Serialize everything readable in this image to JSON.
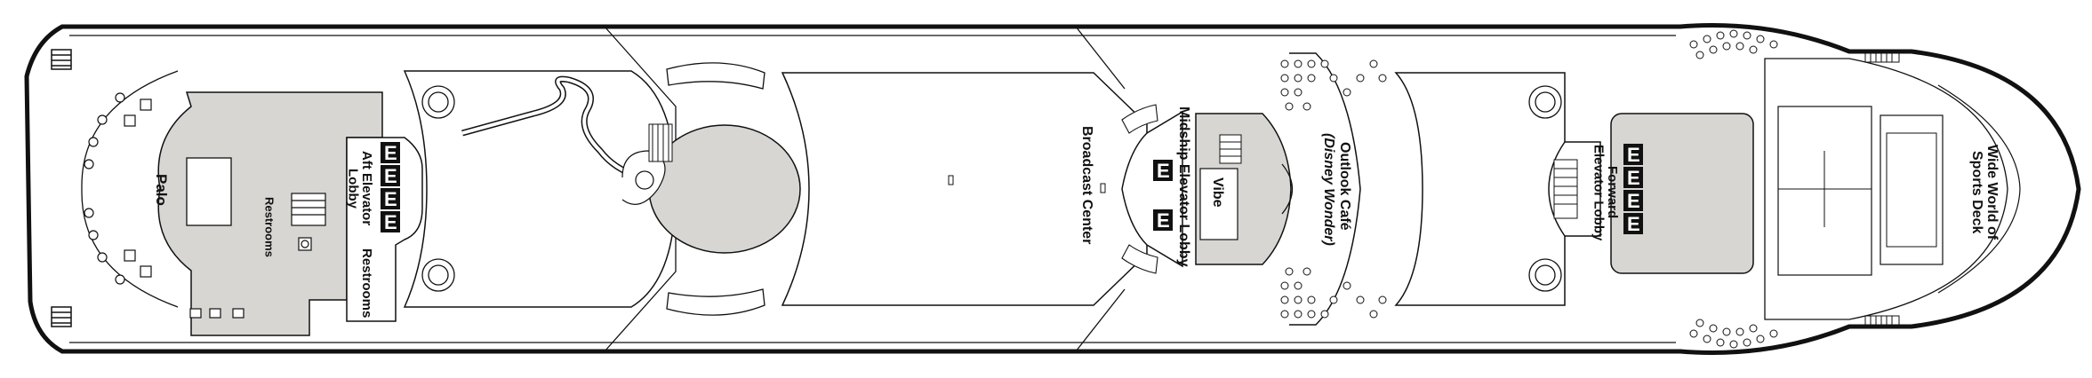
{
  "labels": {
    "palo": "Palo",
    "aft_elevator_lobby": "Aft Elevator Lobby",
    "restrooms_aft": "Restrooms",
    "restrooms_side": "Restrooms",
    "broadcast_center": "Broadcast Center",
    "midship_elevator_lobby": "Midship Elevator Lobby",
    "vibe": "Vibe",
    "outlook_cafe": "Outlook Café",
    "disney_wonder": "(Disney Wonder)",
    "forward_elevator_lobby": "Forward Elevator Lobby",
    "wide_world_of_sports": "Wide World of Sports Deck"
  },
  "elevator_letter": "E",
  "icons": {
    "accessible": "wheelchair-icon",
    "elevator": "elevator-icon"
  },
  "colors": {
    "venue_fill": "#d8d6d3",
    "hull_stroke": "#111111",
    "background": "#ffffff"
  }
}
